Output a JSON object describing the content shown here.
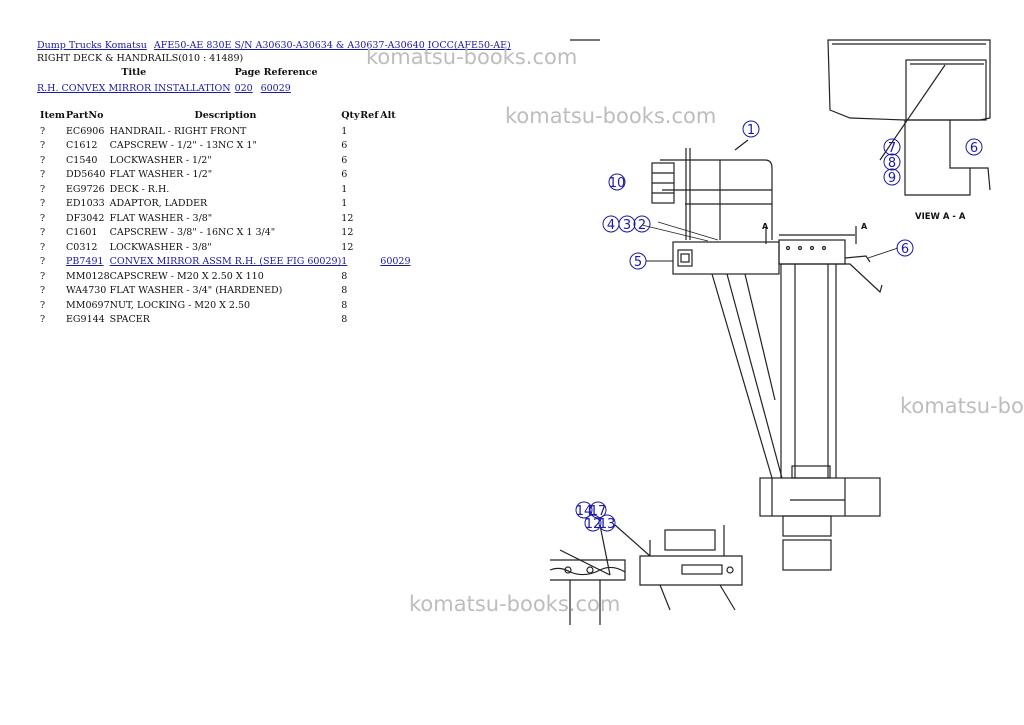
{
  "breadcrumb": {
    "links": [
      "Dump Trucks Komatsu",
      "AFE50-AE 830E S/N A30630-A30634 & A30637-A30640 IOCC(AFE50-AE)"
    ]
  },
  "section_title": "RIGHT DECK & HANDRAILS(010 : 41489)",
  "reference_table": {
    "headers": {
      "title": "Title",
      "page_reference": "Page Reference"
    },
    "row": {
      "title": "R.H. CONVEX MIRROR INSTALLATION",
      "page": "020",
      "ref": "60029"
    }
  },
  "parts_table": {
    "headers": {
      "item": "Item",
      "partno": "PartNo",
      "description": "Description",
      "qty": "Qty",
      "ref": "Ref",
      "alt": "Alt"
    },
    "rows": [
      {
        "item": "?",
        "partno": "EC6906",
        "description": "HANDRAIL - RIGHT FRONT",
        "qty": "1",
        "ref": "",
        "alt": ""
      },
      {
        "item": "?",
        "partno": "C1612",
        "description": "CAPSCREW - 1/2\" - 13NC X 1\"",
        "qty": "6",
        "ref": "",
        "alt": ""
      },
      {
        "item": "?",
        "partno": "C1540",
        "description": "LOCKWASHER - 1/2\"",
        "qty": "6",
        "ref": "",
        "alt": ""
      },
      {
        "item": "?",
        "partno": "DD5640",
        "description": "FLAT WASHER - 1/2\"",
        "qty": "6",
        "ref": "",
        "alt": ""
      },
      {
        "item": "?",
        "partno": "EG9726",
        "description": "DECK - R.H.",
        "qty": "1",
        "ref": "",
        "alt": ""
      },
      {
        "item": "?",
        "partno": "ED1033",
        "description": "ADAPTOR, LADDER",
        "qty": "1",
        "ref": "",
        "alt": ""
      },
      {
        "item": "?",
        "partno": "DF3042",
        "description": "FLAT WASHER - 3/8\"",
        "qty": "12",
        "ref": "",
        "alt": ""
      },
      {
        "item": "?",
        "partno": "C1601",
        "description": "CAPSCREW - 3/8\" - 16NC X 1 3/4\"",
        "qty": "12",
        "ref": "",
        "alt": ""
      },
      {
        "item": "?",
        "partno": "C0312",
        "description": "LOCKWASHER - 3/8\"",
        "qty": "12",
        "ref": "",
        "alt": ""
      },
      {
        "item": "?",
        "partno": "PB7491",
        "description": "CONVEX MIRROR ASSM R.H. (SEE FIG 60029)",
        "qty": "1",
        "ref": "",
        "alt": "60029",
        "linked": true
      },
      {
        "item": "?",
        "partno": "MM0128",
        "description": "CAPSCREW - M20 X 2.50 X 110",
        "qty": "8",
        "ref": "",
        "alt": ""
      },
      {
        "item": "?",
        "partno": "WA4730",
        "description": "FLAT WASHER - 3/4\" (HARDENED)",
        "qty": "8",
        "ref": "",
        "alt": ""
      },
      {
        "item": "?",
        "partno": "MM0697",
        "description": "NUT, LOCKING - M20 X 2.50",
        "qty": "8",
        "ref": "",
        "alt": ""
      },
      {
        "item": "?",
        "partno": "EG9144",
        "description": "SPACER",
        "qty": "8",
        "ref": "",
        "alt": ""
      }
    ]
  },
  "watermark_text": "komatsu-books.com",
  "watermark_truncated": "komatsu-bo",
  "diagram": {
    "view_label": "VIEW A - A",
    "section_marker": "A",
    "callouts": [
      "1",
      "10",
      "4",
      "3",
      "2",
      "5",
      "6",
      "6",
      "7",
      "8",
      "9",
      "14",
      "17",
      "12",
      "13"
    ],
    "line_color": "#222222",
    "callout_color": "#1a1aa6"
  }
}
